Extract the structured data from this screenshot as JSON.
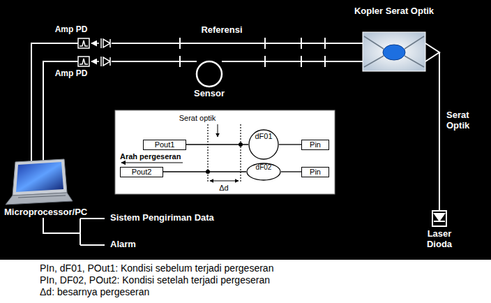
{
  "diagram": {
    "nodes": [
      {
        "text": [
          "Pout1"
        ]
      },
      {
        "text": [
          "dF01"
        ]
      },
      {
        "text": [
          "Pin"
        ]
      },
      {
        "text": [
          "Pout2"
        ]
      },
      {
        "text": [
          "dF02"
        ]
      },
      {
        "text": [
          "Pin"
        ]
      }
    ],
    "edges": [
      {
        "from": 0,
        "to": 1,
        "arrow": "none"
      },
      {
        "from": 1,
        "to": 2,
        "arrow": "none"
      },
      {
        "from": 3,
        "to": 4,
        "arrow": "none"
      },
      {
        "from": 4,
        "to": 5,
        "arrow": "none"
      }
    ],
    "labels": [
      "Amp PD",
      "Amp PD",
      "Referensi",
      "Kopler Serat Optik",
      "Sensor",
      "Serat Optik",
      "Laser Dioda",
      "Microprocessor/PC",
      "Sistem Pengiriman Data",
      "Alarm",
      "Serat optik",
      "Arah pergeseran",
      "Δd",
      "PIn, dF01, POut1: Kondisi sebelum terjadi pergeseran",
      "PIn, DF02, POut2: Kondisi setelah terjadi pergeseran",
      "Δd: besarnya pergeseran"
    ]
  }
}
